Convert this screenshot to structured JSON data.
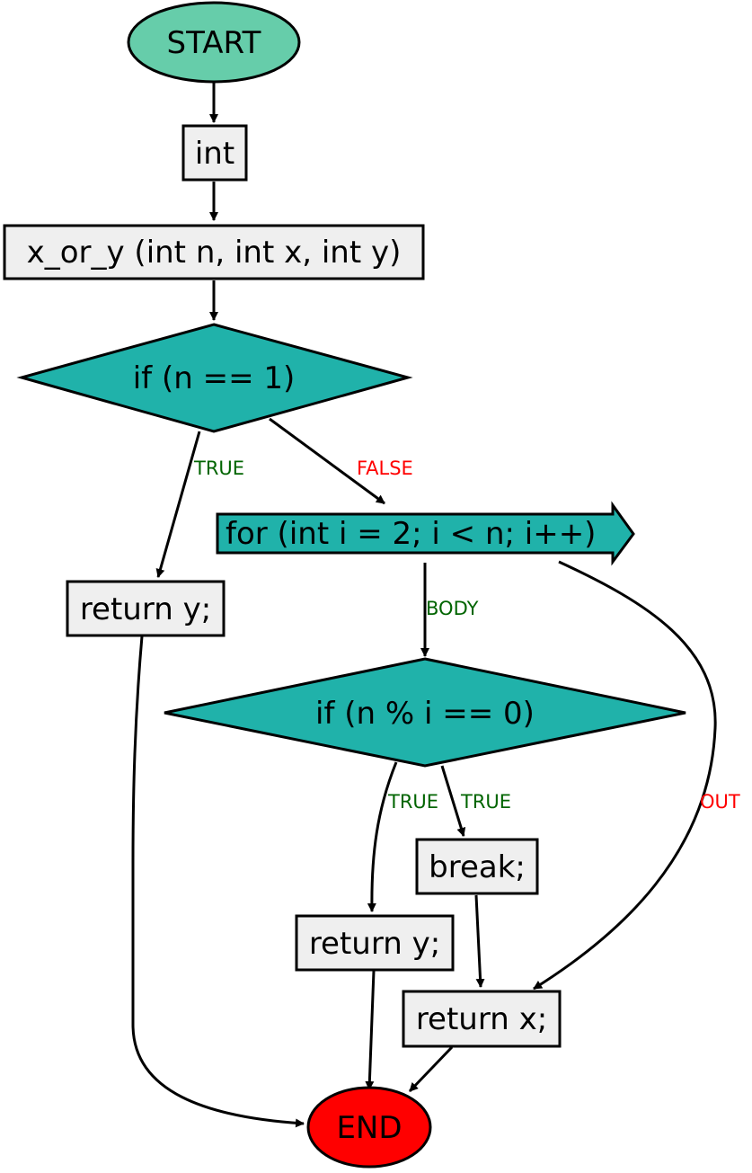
{
  "diagram": {
    "nodes": {
      "start": "START",
      "int": "int",
      "func": "x_or_y (int n, int x, int y)",
      "if_n_1": "if (n == 1)",
      "return_y_1": "return y;",
      "for_loop": "for (int i = 2; i < n; i++)",
      "if_mod": "if (n % i == 0)",
      "break_stmt": "break;",
      "return_y_2": "return y;",
      "return_x": "return x;",
      "end": "END"
    },
    "edges": {
      "if1_true": "TRUE",
      "if1_false": "FALSE",
      "for_body": "BODY",
      "for_out": "OUT",
      "mod_true_a": "TRUE",
      "mod_true_b": "TRUE"
    }
  },
  "colors": {
    "start_fill": "#66cdaa",
    "end_fill": "#ff0000",
    "decision_fill": "#20b2aa",
    "statement_fill": "#efefef",
    "label_true": "#006400",
    "label_false": "#ff0000"
  }
}
